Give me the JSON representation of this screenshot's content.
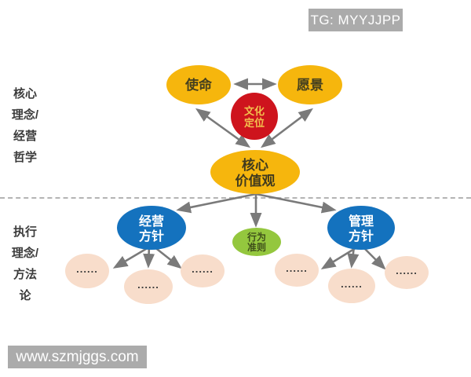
{
  "badges": {
    "top_right": "TG: MYYJJPP",
    "bottom_left": "www.szmjggs.com"
  },
  "side_labels": {
    "top_section": [
      "核心",
      "理念/",
      "经营",
      "哲学"
    ],
    "bottom_section": [
      "执行",
      "理念/",
      "方法",
      "论"
    ]
  },
  "nodes": {
    "mission": "使命",
    "vision": "愿景",
    "culture_positioning": {
      "line1": "文化",
      "line2": "定位"
    },
    "core_values": {
      "line1": "核心",
      "line2": "价值观"
    },
    "business_policy": {
      "line1": "经营",
      "line2": "方针"
    },
    "management_policy": {
      "line1": "管理",
      "line2": "方针"
    },
    "behavior_code": {
      "line1": "行为",
      "line2": "准则"
    },
    "placeholder_dots": "......"
  },
  "colors": {
    "yellow_node": "#f6b60d",
    "red_node": "#ce141d",
    "red_node_text": "#f2c14e",
    "blue_node": "#1472be",
    "green_node": "#94c73e",
    "peach_node": "#f8ddcb",
    "arrow_gray": "#7a7a7a",
    "badge_gray": "#ababab"
  }
}
